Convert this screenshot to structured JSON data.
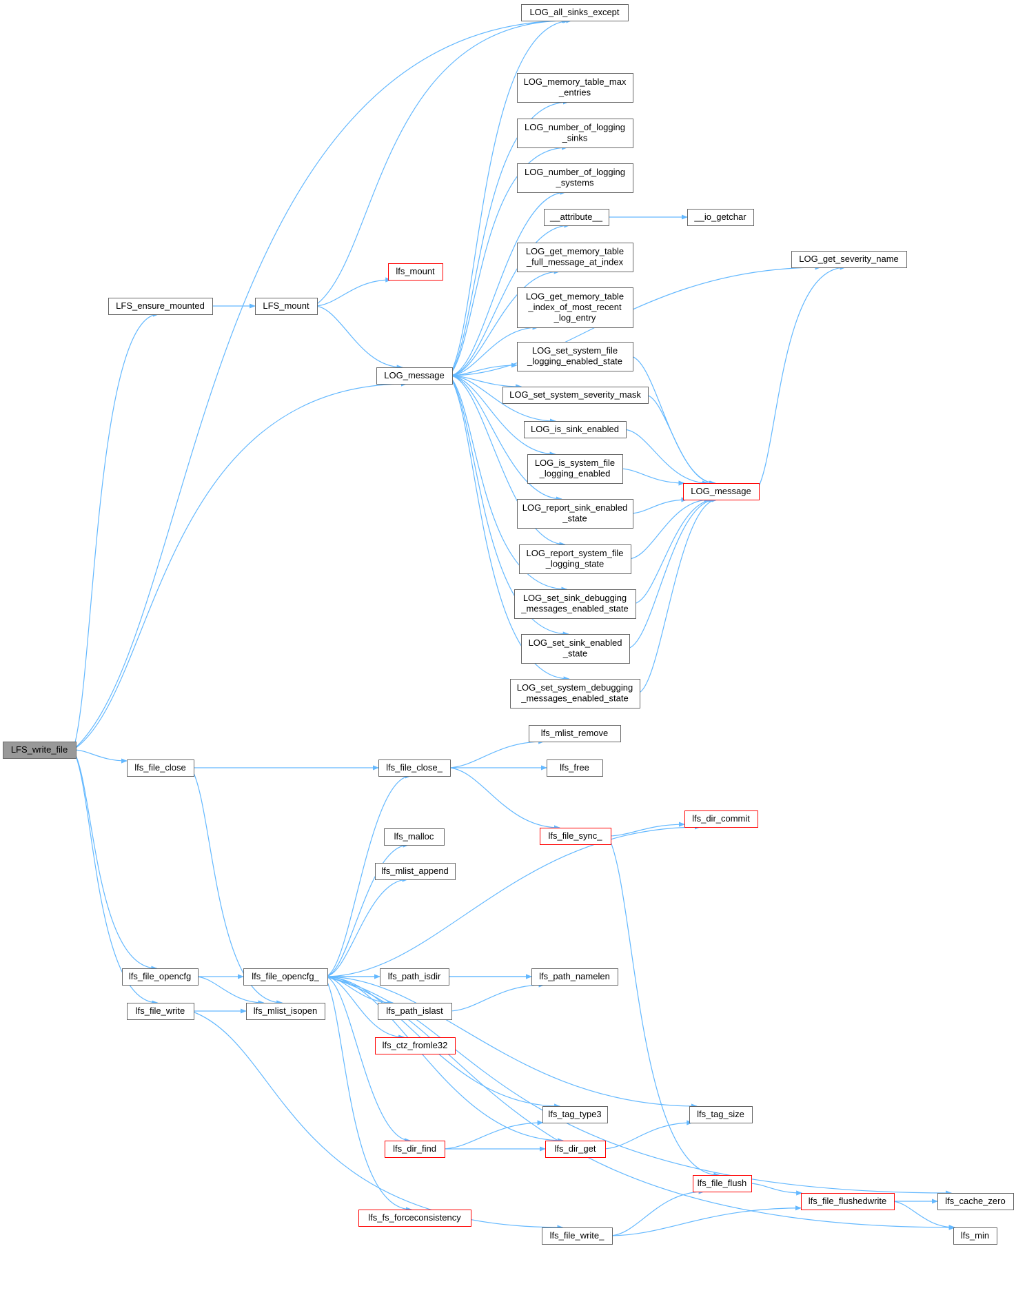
{
  "colors": {
    "edge": "#63b8ff",
    "box_border": "#666666",
    "box_fill": "#ffffff",
    "root_fill": "#999999",
    "truncated_border": "#ff0000",
    "text": "#000000"
  },
  "nodes": [
    {
      "id": "LFS_write_file",
      "lines": [
        "LFS_write_file"
      ],
      "kind": "root"
    },
    {
      "id": "LFS_ensure_mounted",
      "lines": [
        "LFS_ensure_mounted"
      ]
    },
    {
      "id": "LFS_mount",
      "lines": [
        "LFS_mount"
      ]
    },
    {
      "id": "lfs_mount",
      "lines": [
        "lfs_mount"
      ],
      "kind": "truncated"
    },
    {
      "id": "LOG_message",
      "lines": [
        "LOG_message"
      ]
    },
    {
      "id": "LOG_all_sinks_except",
      "lines": [
        "LOG_all_sinks_except"
      ]
    },
    {
      "id": "LOG_memory_table_max_entries",
      "lines": [
        "LOG_memory_table_max",
        "_entries"
      ]
    },
    {
      "id": "LOG_number_of_logging_sinks",
      "lines": [
        "LOG_number_of_logging",
        "_sinks"
      ]
    },
    {
      "id": "LOG_number_of_logging_systems",
      "lines": [
        "LOG_number_of_logging",
        "_systems"
      ]
    },
    {
      "id": "__attribute__",
      "lines": [
        "__attribute__"
      ]
    },
    {
      "id": "__io_getchar",
      "lines": [
        "__io_getchar"
      ]
    },
    {
      "id": "LOG_get_memory_table_full_message_at_index",
      "lines": [
        "LOG_get_memory_table",
        "_full_message_at_index"
      ]
    },
    {
      "id": "LOG_get_memory_table_index_of_most_recent_log_entry",
      "lines": [
        "LOG_get_memory_table",
        "_index_of_most_recent",
        "_log_entry"
      ]
    },
    {
      "id": "LOG_set_system_file_logging_enabled_state",
      "lines": [
        "LOG_set_system_file",
        "_logging_enabled_state"
      ]
    },
    {
      "id": "LOG_set_system_severity_mask",
      "lines": [
        "LOG_set_system_severity_mask"
      ]
    },
    {
      "id": "LOG_is_sink_enabled",
      "lines": [
        "LOG_is_sink_enabled"
      ]
    },
    {
      "id": "LOG_is_system_file_logging_enabled",
      "lines": [
        "LOG_is_system_file",
        "_logging_enabled"
      ]
    },
    {
      "id": "LOG_report_sink_enabled_state",
      "lines": [
        "LOG_report_sink_enabled",
        "_state"
      ]
    },
    {
      "id": "LOG_report_system_file_logging_state",
      "lines": [
        "LOG_report_system_file",
        "_logging_state"
      ]
    },
    {
      "id": "LOG_set_sink_debugging_messages_enabled_state",
      "lines": [
        "LOG_set_sink_debugging",
        "_messages_enabled_state"
      ]
    },
    {
      "id": "LOG_set_sink_enabled_state",
      "lines": [
        "LOG_set_sink_enabled",
        "_state"
      ]
    },
    {
      "id": "LOG_set_system_debugging_messages_enabled_state",
      "lines": [
        "LOG_set_system_debugging",
        "_messages_enabled_state"
      ]
    },
    {
      "id": "LOG_message_2",
      "lines": [
        "LOG_message"
      ],
      "kind": "truncated"
    },
    {
      "id": "LOG_get_severity_name",
      "lines": [
        "LOG_get_severity_name"
      ]
    },
    {
      "id": "lfs_file_close",
      "lines": [
        "lfs_file_close"
      ]
    },
    {
      "id": "lfs_file_close_",
      "lines": [
        "lfs_file_close_"
      ]
    },
    {
      "id": "lfs_mlist_remove",
      "lines": [
        "lfs_mlist_remove"
      ]
    },
    {
      "id": "lfs_free",
      "lines": [
        "lfs_free"
      ]
    },
    {
      "id": "lfs_file_sync_",
      "lines": [
        "lfs_file_sync_"
      ],
      "kind": "truncated"
    },
    {
      "id": "lfs_dir_commit",
      "lines": [
        "lfs_dir_commit"
      ],
      "kind": "truncated"
    },
    {
      "id": "lfs_malloc",
      "lines": [
        "lfs_malloc"
      ]
    },
    {
      "id": "lfs_mlist_append",
      "lines": [
        "lfs_mlist_append"
      ]
    },
    {
      "id": "lfs_file_opencfg",
      "lines": [
        "lfs_file_opencfg"
      ]
    },
    {
      "id": "lfs_file_opencfg_",
      "lines": [
        "lfs_file_opencfg_"
      ]
    },
    {
      "id": "lfs_path_isdir",
      "lines": [
        "lfs_path_isdir"
      ]
    },
    {
      "id": "lfs_path_namelen",
      "lines": [
        "lfs_path_namelen"
      ]
    },
    {
      "id": "lfs_file_write",
      "lines": [
        "lfs_file_write"
      ]
    },
    {
      "id": "lfs_mlist_isopen",
      "lines": [
        "lfs_mlist_isopen"
      ]
    },
    {
      "id": "lfs_path_islast",
      "lines": [
        "lfs_path_islast"
      ]
    },
    {
      "id": "lfs_ctz_fromle32",
      "lines": [
        "lfs_ctz_fromle32"
      ],
      "kind": "truncated"
    },
    {
      "id": "lfs_tag_type3",
      "lines": [
        "lfs_tag_type3"
      ]
    },
    {
      "id": "lfs_tag_size",
      "lines": [
        "lfs_tag_size"
      ]
    },
    {
      "id": "lfs_dir_find",
      "lines": [
        "lfs_dir_find"
      ],
      "kind": "truncated"
    },
    {
      "id": "lfs_dir_get",
      "lines": [
        "lfs_dir_get"
      ],
      "kind": "truncated"
    },
    {
      "id": "lfs_file_flush",
      "lines": [
        "lfs_file_flush"
      ],
      "kind": "truncated"
    },
    {
      "id": "lfs_fs_forceconsistency",
      "lines": [
        "lfs_fs_forceconsistency"
      ],
      "kind": "truncated"
    },
    {
      "id": "lfs_file_write_",
      "lines": [
        "lfs_file_write_"
      ]
    },
    {
      "id": "lfs_file_flushedwrite",
      "lines": [
        "lfs_file_flushedwrite"
      ],
      "kind": "truncated"
    },
    {
      "id": "lfs_cache_zero",
      "lines": [
        "lfs_cache_zero"
      ]
    },
    {
      "id": "lfs_min",
      "lines": [
        "lfs_min"
      ]
    }
  ],
  "edges": [
    [
      "LFS_write_file",
      "LFS_ensure_mounted"
    ],
    [
      "LFS_write_file",
      "LOG_all_sinks_except"
    ],
    [
      "LFS_write_file",
      "LOG_message"
    ],
    [
      "LFS_write_file",
      "lfs_file_close"
    ],
    [
      "LFS_write_file",
      "lfs_file_opencfg"
    ],
    [
      "LFS_write_file",
      "lfs_file_write"
    ],
    [
      "LFS_ensure_mounted",
      "LFS_mount"
    ],
    [
      "LFS_mount",
      "lfs_mount"
    ],
    [
      "LFS_mount",
      "LOG_all_sinks_except"
    ],
    [
      "LFS_mount",
      "LOG_message"
    ],
    [
      "LOG_message",
      "LOG_all_sinks_except"
    ],
    [
      "LOG_message",
      "LOG_get_severity_name"
    ],
    [
      "LOG_message",
      "LOG_memory_table_max_entries"
    ],
    [
      "LOG_message",
      "LOG_number_of_logging_sinks"
    ],
    [
      "LOG_message",
      "LOG_number_of_logging_systems"
    ],
    [
      "LOG_message",
      "__attribute__"
    ],
    [
      "LOG_message",
      "LOG_get_memory_table_full_message_at_index"
    ],
    [
      "LOG_message",
      "LOG_get_memory_table_index_of_most_recent_log_entry"
    ],
    [
      "LOG_message",
      "LOG_set_system_file_logging_enabled_state"
    ],
    [
      "LOG_message",
      "LOG_set_system_severity_mask"
    ],
    [
      "LOG_message",
      "LOG_is_sink_enabled"
    ],
    [
      "LOG_message",
      "LOG_is_system_file_logging_enabled"
    ],
    [
      "LOG_message",
      "LOG_report_sink_enabled_state"
    ],
    [
      "LOG_message",
      "LOG_report_system_file_logging_state"
    ],
    [
      "LOG_message",
      "LOG_set_sink_debugging_messages_enabled_state"
    ],
    [
      "LOG_message",
      "LOG_set_sink_enabled_state"
    ],
    [
      "LOG_message",
      "LOG_set_system_debugging_messages_enabled_state"
    ],
    [
      "__attribute__",
      "__io_getchar"
    ],
    [
      "LOG_set_system_file_logging_enabled_state",
      "LOG_message_2"
    ],
    [
      "LOG_set_system_severity_mask",
      "LOG_message_2"
    ],
    [
      "LOG_is_sink_enabled",
      "LOG_message_2"
    ],
    [
      "LOG_is_system_file_logging_enabled",
      "LOG_message_2"
    ],
    [
      "LOG_report_sink_enabled_state",
      "LOG_message_2"
    ],
    [
      "LOG_report_system_file_logging_state",
      "LOG_message_2"
    ],
    [
      "LOG_set_sink_debugging_messages_enabled_state",
      "LOG_message_2"
    ],
    [
      "LOG_set_sink_enabled_state",
      "LOG_message_2"
    ],
    [
      "LOG_set_system_debugging_messages_enabled_state",
      "LOG_message_2"
    ],
    [
      "LOG_message_2",
      "LOG_get_severity_name"
    ],
    [
      "lfs_file_close",
      "lfs_file_close_"
    ],
    [
      "lfs_file_close",
      "lfs_mlist_isopen"
    ],
    [
      "lfs_file_close_",
      "lfs_mlist_remove"
    ],
    [
      "lfs_file_close_",
      "lfs_free"
    ],
    [
      "lfs_file_close_",
      "lfs_file_sync_"
    ],
    [
      "lfs_file_sync_",
      "lfs_dir_commit"
    ],
    [
      "lfs_file_sync_",
      "lfs_file_flush"
    ],
    [
      "lfs_file_opencfg",
      "lfs_file_opencfg_"
    ],
    [
      "lfs_file_opencfg",
      "lfs_mlist_isopen"
    ],
    [
      "lfs_file_opencfg_",
      "lfs_file_close_"
    ],
    [
      "lfs_file_opencfg_",
      "lfs_dir_commit"
    ],
    [
      "lfs_file_opencfg_",
      "lfs_malloc"
    ],
    [
      "lfs_file_opencfg_",
      "lfs_mlist_append"
    ],
    [
      "lfs_file_opencfg_",
      "lfs_cache_zero"
    ],
    [
      "lfs_file_opencfg_",
      "lfs_path_namelen"
    ],
    [
      "lfs_file_opencfg_",
      "lfs_path_isdir"
    ],
    [
      "lfs_file_opencfg_",
      "lfs_path_islast"
    ],
    [
      "lfs_file_opencfg_",
      "lfs_ctz_fromle32"
    ],
    [
      "lfs_file_opencfg_",
      "lfs_tag_size"
    ],
    [
      "lfs_file_opencfg_",
      "lfs_tag_type3"
    ],
    [
      "lfs_file_opencfg_",
      "lfs_dir_find"
    ],
    [
      "lfs_file_opencfg_",
      "lfs_dir_get"
    ],
    [
      "lfs_file_opencfg_",
      "lfs_fs_forceconsistency"
    ],
    [
      "lfs_file_opencfg_",
      "lfs_min"
    ],
    [
      "lfs_path_isdir",
      "lfs_path_namelen"
    ],
    [
      "lfs_path_islast",
      "lfs_path_namelen"
    ],
    [
      "lfs_dir_find",
      "lfs_tag_type3"
    ],
    [
      "lfs_dir_find",
      "lfs_dir_get"
    ],
    [
      "lfs_dir_get",
      "lfs_tag_size"
    ],
    [
      "lfs_file_write",
      "lfs_mlist_isopen"
    ],
    [
      "lfs_file_write",
      "lfs_file_write_"
    ],
    [
      "lfs_file_write_",
      "lfs_file_flush"
    ],
    [
      "lfs_file_write_",
      "lfs_file_flushedwrite"
    ],
    [
      "lfs_file_flush",
      "lfs_file_flushedwrite"
    ],
    [
      "lfs_file_flushedwrite",
      "lfs_cache_zero"
    ],
    [
      "lfs_file_flushedwrite",
      "lfs_min"
    ]
  ]
}
